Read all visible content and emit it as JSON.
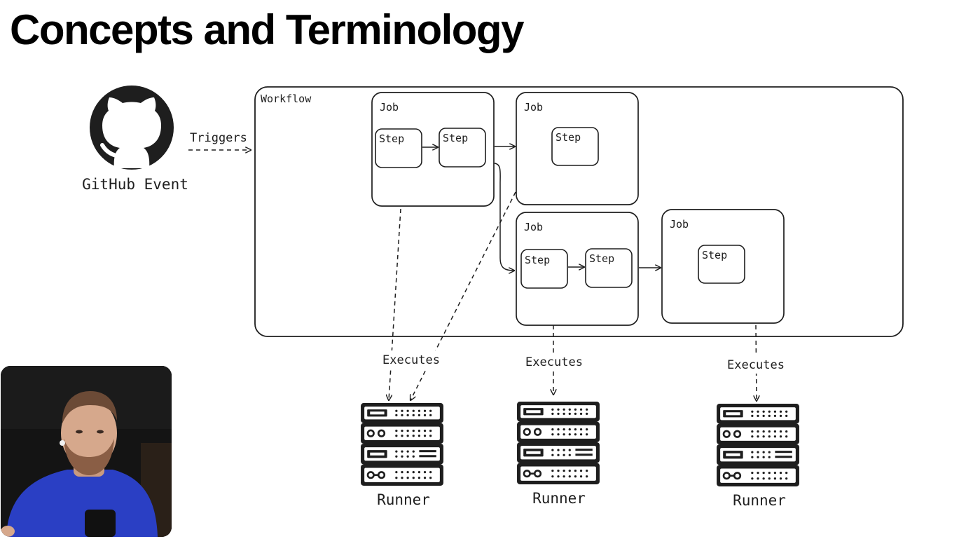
{
  "slide": {
    "title": "Concepts and Terminology"
  },
  "diagram": {
    "event_label": "GitHub Event",
    "trigger_label": "Triggers",
    "workflow_label": "Workflow",
    "job_label": "Job",
    "step_label": "Step",
    "executes_label": "Executes",
    "runner_label": "Runner"
  },
  "colors": {
    "ink": "#1e1e1e",
    "background": "#ffffff",
    "presenter_shirt": "#2a3fc4"
  },
  "icons": [
    "github-octocat-icon",
    "server-rack-icon"
  ]
}
